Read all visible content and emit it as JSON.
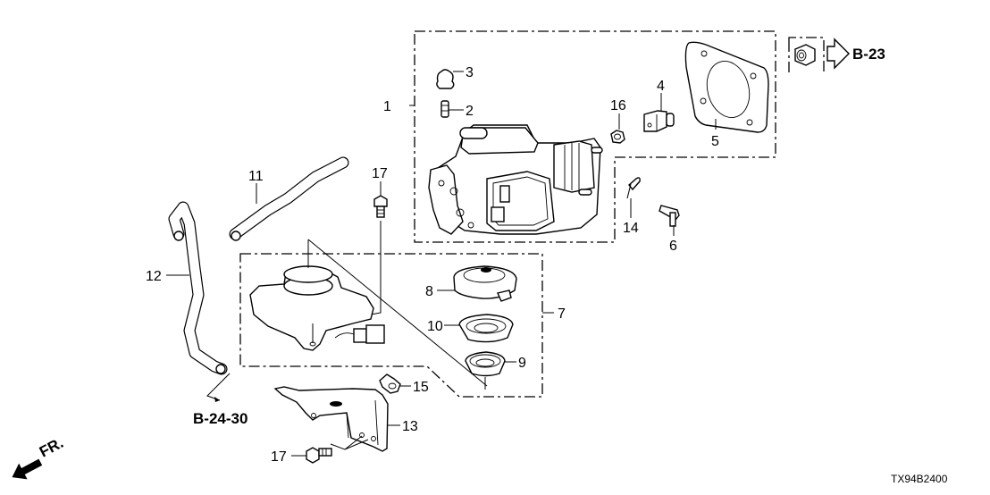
{
  "diagram": {
    "code": "TX94B2400",
    "front_marker": "FR.",
    "references": [
      {
        "id": "ref-b23",
        "text": "B-23"
      },
      {
        "id": "ref-b2430",
        "text": "B-24-30"
      }
    ],
    "callouts": [
      {
        "num": "1",
        "part": "modulator-assembly"
      },
      {
        "num": "2",
        "part": "bleeder-screw"
      },
      {
        "num": "3",
        "part": "bleeder-cap"
      },
      {
        "num": "4",
        "part": "clamp"
      },
      {
        "num": "5",
        "part": "gasket"
      },
      {
        "num": "6",
        "part": "pin"
      },
      {
        "num": "7",
        "part": "reservoir-assembly"
      },
      {
        "num": "8",
        "part": "reservoir-cap"
      },
      {
        "num": "9",
        "part": "reservoir-seal"
      },
      {
        "num": "10",
        "part": "reservoir-strainer"
      },
      {
        "num": "11",
        "part": "hose-upper"
      },
      {
        "num": "12",
        "part": "hose-lower"
      },
      {
        "num": "13",
        "part": "reservoir-bracket"
      },
      {
        "num": "14",
        "part": "clip"
      },
      {
        "num": "15",
        "part": "hose-clip"
      },
      {
        "num": "16",
        "part": "nut"
      },
      {
        "num": "17",
        "part": "flange-bolt"
      }
    ],
    "labels": {
      "c1": "1",
      "c2": "2",
      "c3": "3",
      "c4": "4",
      "c5": "5",
      "c6": "6",
      "c7": "7",
      "c8": "8",
      "c9": "9",
      "c10": "10",
      "c11": "11",
      "c12": "12",
      "c13": "13",
      "c14": "14",
      "c15": "15",
      "c16": "16",
      "c17a": "17",
      "c17b": "17"
    }
  }
}
